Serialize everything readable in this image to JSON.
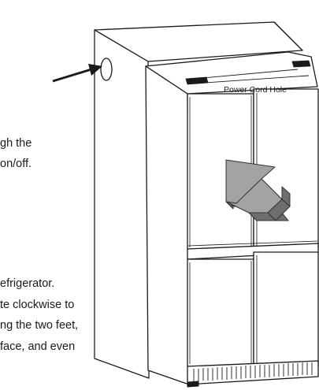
{
  "callout": {
    "label": "Power Cord Hole"
  },
  "text_fragments": [
    "gh the",
    "on/off.",
    "efrigerator.",
    "te clockwise to",
    "ng the two feet,",
    "face, and even"
  ],
  "colors": {
    "line": "#1a1a1a",
    "arrow_front": "#a3a3a3",
    "arrow_side": "#6e6e6e",
    "arrow_top": "#c4c4c4",
    "background": "#ffffff"
  }
}
